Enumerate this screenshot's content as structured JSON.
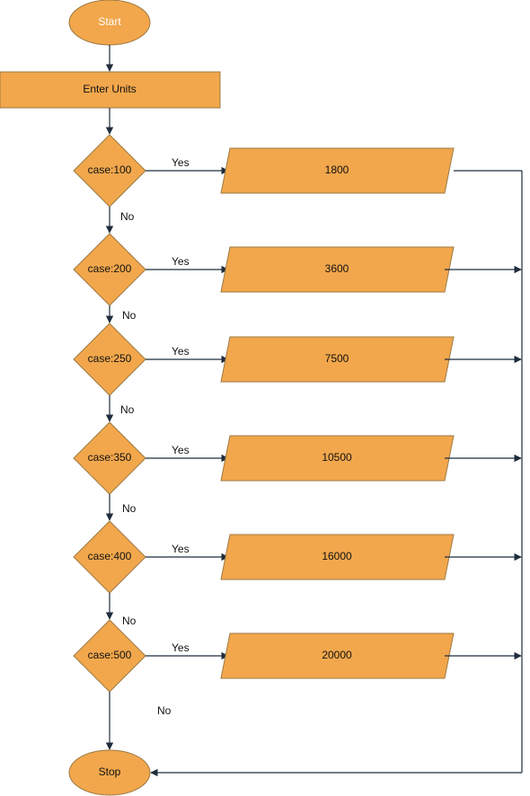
{
  "diagram": {
    "start_label": "Start",
    "input_label": "Enter Units",
    "stop_label": "Stop",
    "yes_label": "Yes",
    "no_label": "No",
    "cases": [
      {
        "label": "case:100",
        "output": "1800"
      },
      {
        "label": "case:200",
        "output": "3600"
      },
      {
        "label": "case:250",
        "output": "7500"
      },
      {
        "label": "case:350",
        "output": "10500"
      },
      {
        "label": "case:400",
        "output": "16000"
      },
      {
        "label": "case:500",
        "output": "20000"
      }
    ],
    "colors": {
      "node_fill": "#F2A74C",
      "node_stroke": "#9c7a45",
      "edge": "#1f2d3d",
      "start_text": "#ffffff"
    }
  }
}
